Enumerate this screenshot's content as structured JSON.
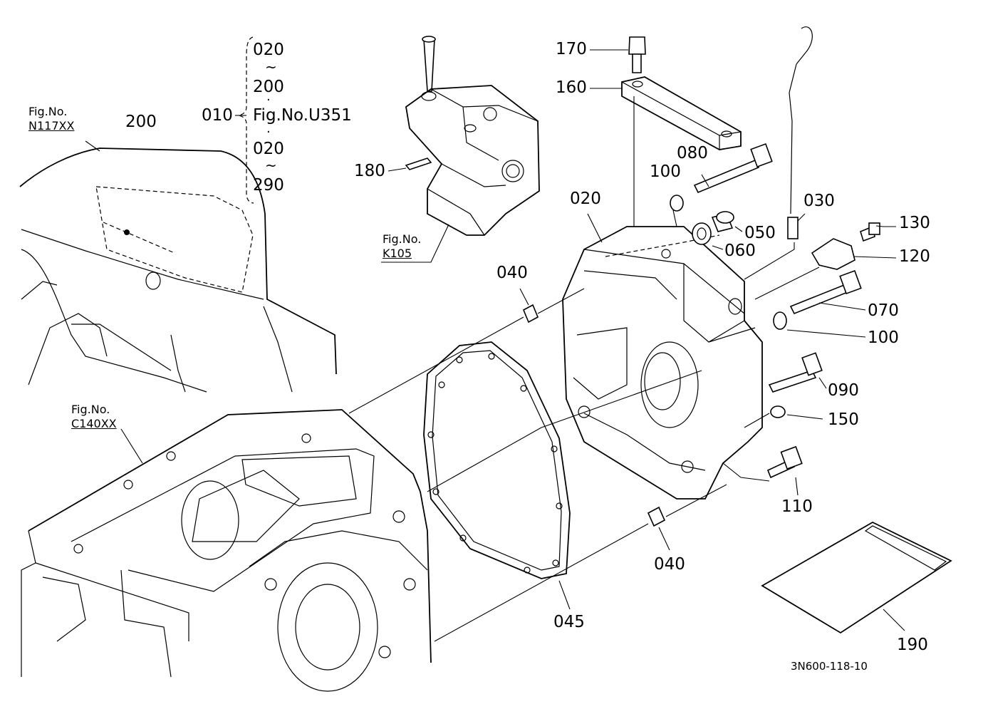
{
  "diagram_code": "3N600-118-10",
  "figure_refs": [
    {
      "line1": "Fig.No.",
      "line2": "N117XX"
    },
    {
      "line1": "Fig.No.",
      "line2": "C140XX"
    },
    {
      "line1": "Fig.No.",
      "line2": "K105"
    }
  ],
  "bracket_group": {
    "label": "010",
    "rows": [
      "020",
      "~",
      "200",
      "·",
      "Fig.No.U351",
      "·",
      "020",
      "~",
      "290"
    ]
  },
  "part_labels": [
    "170",
    "160",
    "080",
    "100",
    "020",
    "030",
    "130",
    "050",
    "060",
    "120",
    "180",
    "200",
    "040",
    "070",
    "100",
    "090",
    "150",
    "110",
    "040",
    "045",
    "190"
  ]
}
